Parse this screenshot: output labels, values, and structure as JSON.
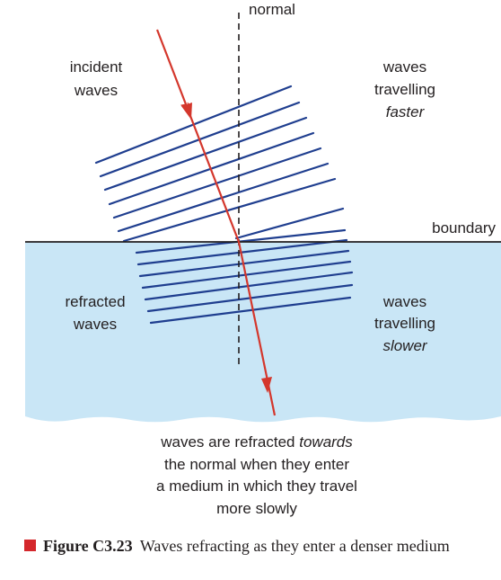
{
  "labels": {
    "normal": "normal",
    "incident_line1": "incident",
    "incident_line2": "waves",
    "faster_line1": "waves",
    "faster_line2": "travelling",
    "faster_line3": "faster",
    "boundary": "boundary",
    "refracted_line1": "refracted",
    "refracted_line2": "waves",
    "slower_line1": "waves",
    "slower_line2": "travelling",
    "slower_line3": "slower",
    "summary_line1_pre": "waves are refracted ",
    "summary_line1_em": "towards",
    "summary_line2": "the normal when they enter",
    "summary_line3": "a medium in which they travel",
    "summary_line4": "more slowly"
  },
  "caption": {
    "number": "Figure C3.23",
    "text": "Waves refracting as they enter a denser medium"
  },
  "colors": {
    "ray": "#d4372c",
    "wavefront": "#1f3e8f",
    "water": "#c9e6f6",
    "caption_square": "#d4272c"
  }
}
